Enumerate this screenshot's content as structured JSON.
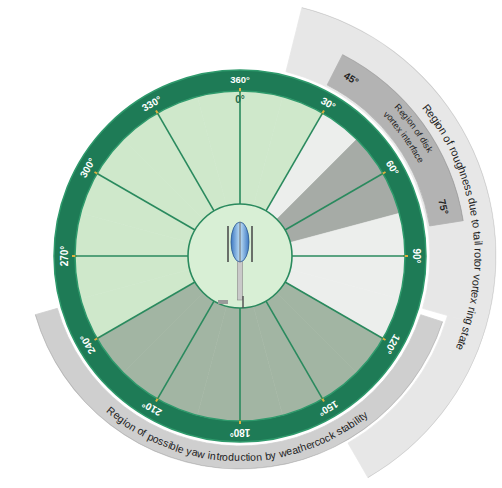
{
  "diagram": {
    "nodes": [
      {
        "text": [
          "Region of roughness due to tail rotor vortex ring state"
        ]
      },
      {
        "text": [
          "Region of disk vortex interface"
        ],
        "in": 0
      },
      {
        "text": [
          "Region of possible yaw introduction by weathercock stability"
        ]
      }
    ],
    "labels": [
      "360°",
      "0°",
      "30°",
      "60°",
      "90°",
      "120°",
      "150°",
      "180°",
      "210°",
      "240°",
      "270°",
      "300°",
      "330°",
      "45°",
      "75°"
    ]
  }
}
